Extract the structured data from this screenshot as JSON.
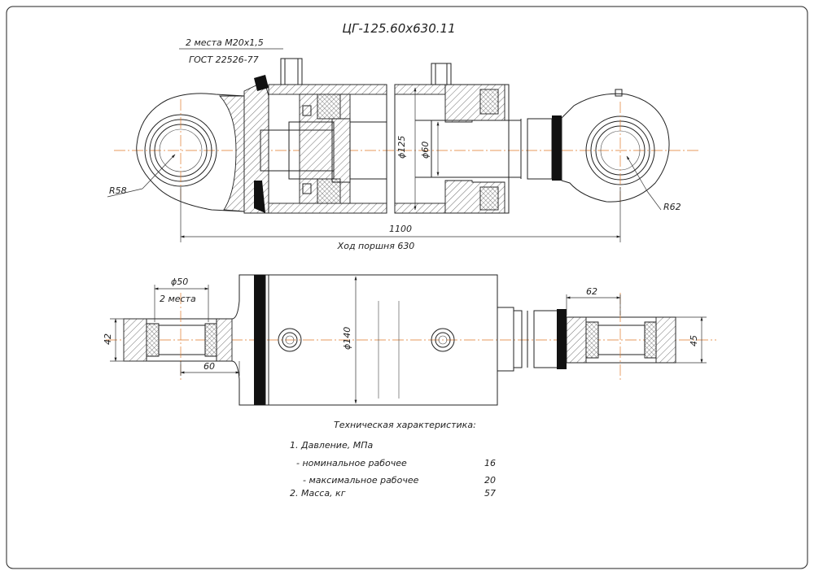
{
  "title": "ЦГ-125.60х630.11",
  "notes": {
    "thread_count": "2 места М20х1,5",
    "standard": "ГОСТ 22526-77"
  },
  "dimensions": {
    "radius_left": "R58",
    "radius_right": "R62",
    "bore": "ϕ125",
    "rod": "ϕ60",
    "overall_length": "1100",
    "stroke": "Ход поршня 630",
    "pin_diameter": "ϕ50",
    "pin_places": "2 места",
    "left_width": "42",
    "left_offset": "60",
    "cylinder_outer": "ϕ140",
    "right_offset": "62",
    "right_width": "45"
  },
  "specs": {
    "heading": "Техническая характеристика:",
    "item1_label": "1. Давление, МПа",
    "nominal_label": "- номинальное рабочее",
    "nominal_value": "16",
    "max_label": "- максимальное рабочее",
    "max_value": "20",
    "item2_label": "2. Масса, кг",
    "mass_value": "57"
  }
}
